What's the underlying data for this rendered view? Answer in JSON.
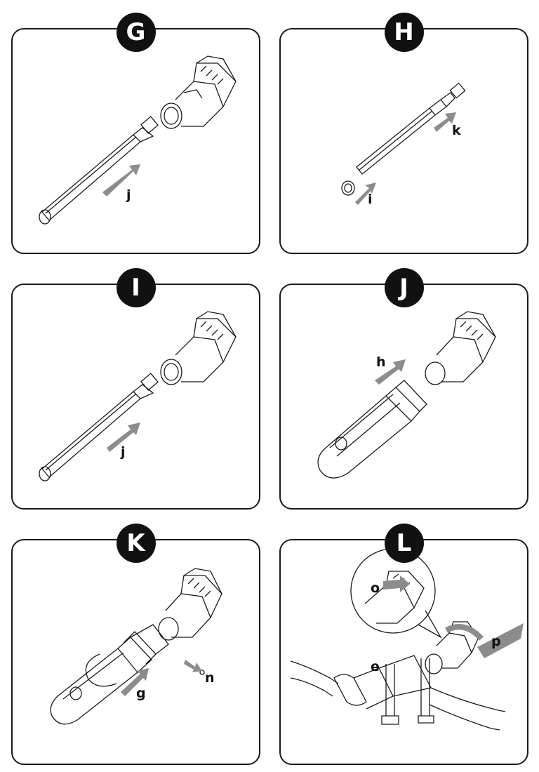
{
  "panels": [
    {
      "id": "G",
      "labels": [
        "j"
      ]
    },
    {
      "id": "H",
      "labels": [
        "k",
        "i"
      ]
    },
    {
      "id": "I",
      "labels": [
        "j"
      ]
    },
    {
      "id": "J",
      "labels": [
        "h"
      ]
    },
    {
      "id": "K",
      "labels": [
        "g",
        "n"
      ]
    },
    {
      "id": "L",
      "labels": [
        "o",
        "e",
        "p"
      ]
    }
  ],
  "colors": {
    "line": "#1a1a1a",
    "arrow": "#8c8c8c",
    "badge": "#111111"
  }
}
